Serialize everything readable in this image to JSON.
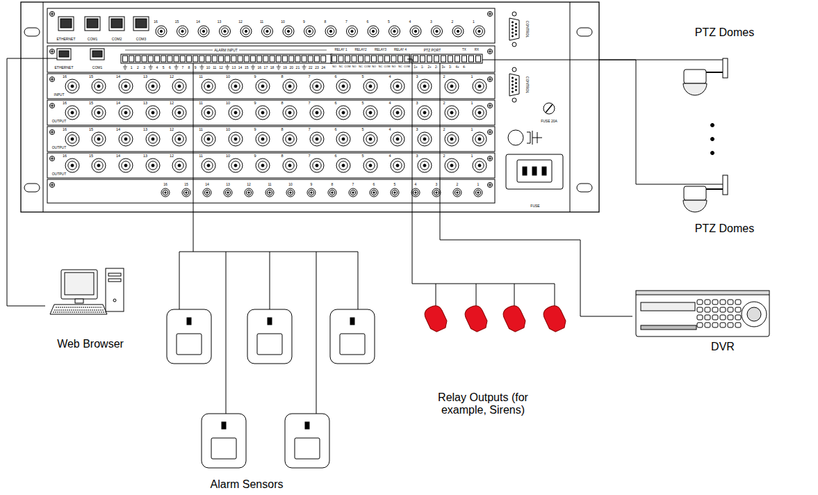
{
  "diagram": {
    "nodes": [
      {
        "text": [
          "ALARM INPUT",
          "PTZ PORT"
        ]
      },
      {
        "text": [
          "PTZ Domes"
        ]
      },
      {
        "text": [
          "PTZ Domes"
        ]
      },
      {
        "text": [
          "Web Browser"
        ]
      },
      {
        "text": [
          "Alarm Sensors"
        ]
      },
      {
        "text": [
          "Relay Outputs (for example, Sirens)"
        ]
      },
      {
        "text": [
          "DVR"
        ]
      }
    ],
    "edges": [
      {
        "from": 0,
        "to": 1,
        "arrow": "none"
      },
      {
        "from": 0,
        "to": 2,
        "arrow": "none"
      },
      {
        "from": 0,
        "to": 3,
        "arrow": "none"
      },
      {
        "from": 0,
        "to": 4,
        "arrow": "none"
      },
      {
        "from": 0,
        "to": 5,
        "arrow": "none"
      },
      {
        "from": 0,
        "to": 6,
        "arrow": "none"
      }
    ],
    "labels": [
      "ETHERNET",
      "COM1",
      "COM2",
      "COM3",
      "16",
      "15",
      "14",
      "13",
      "12",
      "11",
      "10",
      "9",
      "8",
      "7",
      "6",
      "5",
      "4",
      "3",
      "2",
      "1",
      "CONTROL",
      "ETHERNET",
      "COM1",
      "1",
      "2",
      "3",
      "4",
      "5",
      "6",
      "7",
      "8",
      "9",
      "10",
      "11",
      "12",
      "13",
      "14",
      "15",
      "16",
      "17",
      "18",
      "19",
      "20",
      "21",
      "22",
      "23",
      "24",
      "RELAY 1",
      "RELAY2",
      "RELAY3",
      "RELAY 4",
      "NO",
      "NC",
      "COM",
      "NO",
      "NC",
      "COM",
      "NO",
      "NC",
      "COM",
      "NO",
      "NC",
      "COM",
      "1+",
      "1-",
      "2+",
      "2-",
      "3+",
      "3-",
      "4+",
      "4-",
      "TX",
      "RX",
      "CONTROL",
      "16",
      "15",
      "14",
      "13",
      "12",
      "11",
      "10",
      "9",
      "8",
      "7",
      "6",
      "5",
      "4",
      "3",
      "2",
      "1",
      "INPUT",
      "16",
      "15",
      "14",
      "13",
      "12",
      "11",
      "10",
      "9",
      "8",
      "7",
      "6",
      "5",
      "4",
      "3",
      "2",
      "1",
      "OUTPUT",
      "16",
      "15",
      "14",
      "13",
      "12",
      "11",
      "10",
      "9",
      "8",
      "7",
      "6",
      "5",
      "4",
      "3",
      "2",
      "1",
      "OUTPUT",
      "16",
      "15",
      "14",
      "13",
      "12",
      "11",
      "10",
      "9",
      "8",
      "7",
      "6",
      "5",
      "4",
      "3",
      "2",
      "1",
      "OUTPUT",
      "FUSE 20A",
      "16",
      "15",
      "14",
      "13",
      "12",
      "11",
      "10",
      "9",
      "8",
      "7",
      "6",
      "5",
      "4",
      "3",
      "2",
      "1",
      "FUSE"
    ]
  }
}
